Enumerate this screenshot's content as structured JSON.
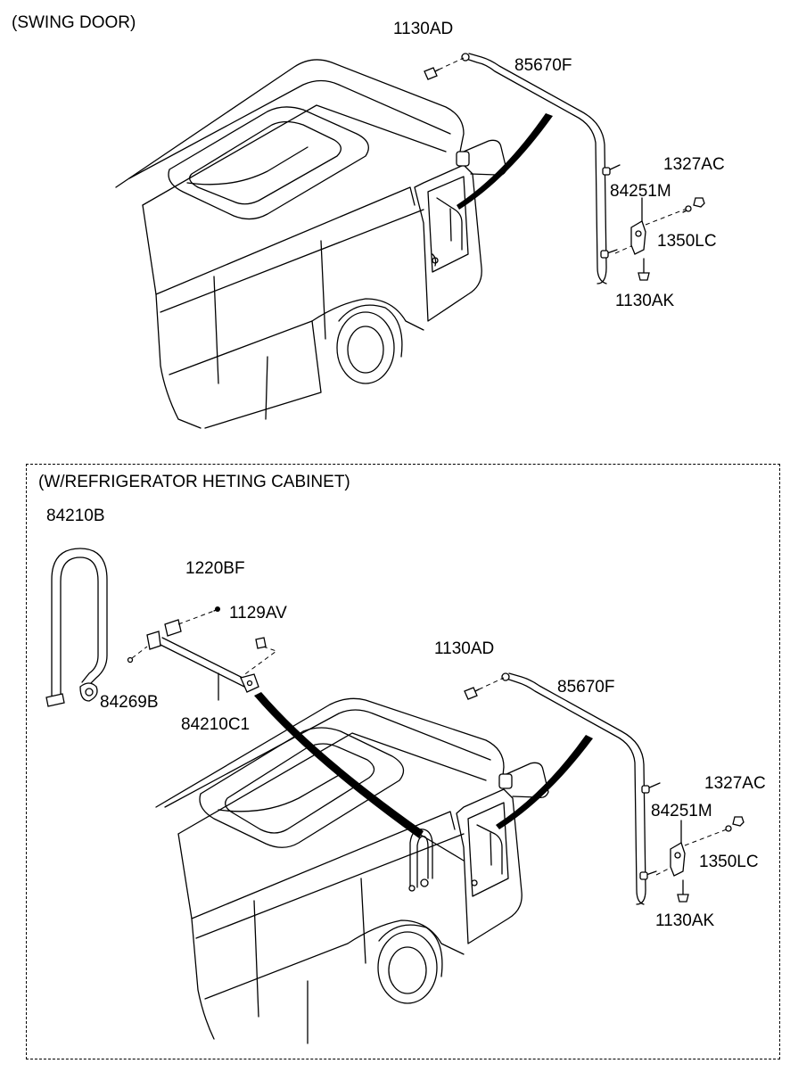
{
  "top_section": {
    "title": "(SWING DOOR)",
    "labels": {
      "bolt_top": "1130AD",
      "handrail": "85670F",
      "nut": "1327AC",
      "bracket": "84251M",
      "washer": "1350LC",
      "bolt_bottom": "1130AK"
    }
  },
  "bottom_section": {
    "title": "(W/REFRIGERATOR  HETING CABINET)",
    "labels": {
      "rail_assy": "84210B",
      "screw": "1220BF",
      "bolt_side": "1129AV",
      "cap": "84269B",
      "rod": "84210C1",
      "bolt_top": "1130AD",
      "handrail": "85670F",
      "nut": "1327AC",
      "bracket": "84251M",
      "washer": "1350LC",
      "bolt_bottom": "1130AK"
    }
  }
}
